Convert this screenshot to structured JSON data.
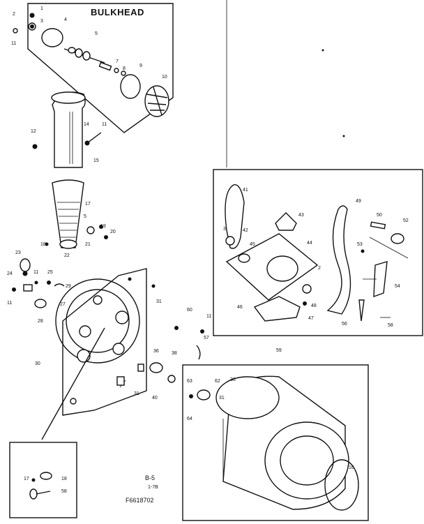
{
  "diagram": {
    "title": "BULKHEAD",
    "page_number": "B-5",
    "small_code": "1-7B",
    "drawing_number": "F6618702",
    "labels": [
      {
        "id": "l1",
        "text": "1"
      },
      {
        "id": "l2",
        "text": "2"
      },
      {
        "id": "l3",
        "text": "3"
      },
      {
        "id": "l4",
        "text": "4"
      },
      {
        "id": "l5",
        "text": "5"
      },
      {
        "id": "l7",
        "text": "7"
      },
      {
        "id": "l8",
        "text": "8"
      },
      {
        "id": "l9",
        "text": "9"
      },
      {
        "id": "l10",
        "text": "10"
      },
      {
        "id": "l11a",
        "text": "11"
      },
      {
        "id": "l12",
        "text": "12"
      },
      {
        "id": "l14",
        "text": "14"
      },
      {
        "id": "l11b",
        "text": "11"
      },
      {
        "id": "l15",
        "text": "15"
      },
      {
        "id": "l17",
        "text": "17"
      },
      {
        "id": "l5b",
        "text": "5"
      },
      {
        "id": "l19",
        "text": "19"
      },
      {
        "id": "l20",
        "text": "20"
      },
      {
        "id": "l21",
        "text": "21"
      },
      {
        "id": "l18",
        "text": "18"
      },
      {
        "id": "l22",
        "text": "22"
      },
      {
        "id": "l23",
        "text": "23"
      },
      {
        "id": "l24",
        "text": "24"
      },
      {
        "id": "l11c",
        "text": "11"
      },
      {
        "id": "l25",
        "text": "25"
      },
      {
        "id": "l29",
        "text": "29"
      },
      {
        "id": "l11d",
        "text": "11"
      },
      {
        "id": "l27",
        "text": "27"
      },
      {
        "id": "l28",
        "text": "28"
      },
      {
        "id": "l31a",
        "text": "31"
      },
      {
        "id": "l30",
        "text": "30"
      },
      {
        "id": "l31b",
        "text": "31"
      },
      {
        "id": "l40",
        "text": "40"
      },
      {
        "id": "l36",
        "text": "36"
      },
      {
        "id": "l38",
        "text": "38"
      },
      {
        "id": "l60",
        "text": "60"
      },
      {
        "id": "l11e",
        "text": "11"
      },
      {
        "id": "l57",
        "text": "57"
      },
      {
        "id": "l41",
        "text": "41"
      },
      {
        "id": "l43",
        "text": "43"
      },
      {
        "id": "l49",
        "text": "49"
      },
      {
        "id": "l50",
        "text": "50"
      },
      {
        "id": "l52",
        "text": "52"
      },
      {
        "id": "l3b",
        "text": "3"
      },
      {
        "id": "l42",
        "text": "42"
      },
      {
        "id": "l45",
        "text": "45"
      },
      {
        "id": "l44",
        "text": "44"
      },
      {
        "id": "l53",
        "text": "53"
      },
      {
        "id": "l2b",
        "text": "2"
      },
      {
        "id": "l54",
        "text": "54"
      },
      {
        "id": "l46",
        "text": "46"
      },
      {
        "id": "l48",
        "text": "48"
      },
      {
        "id": "l47",
        "text": "47"
      },
      {
        "id": "l56",
        "text": "56"
      },
      {
        "id": "l58",
        "text": "58"
      },
      {
        "id": "l59",
        "text": "59"
      },
      {
        "id": "l62",
        "text": "62"
      },
      {
        "id": "l36b",
        "text": "36"
      },
      {
        "id": "l63",
        "text": "63"
      },
      {
        "id": "l31c",
        "text": "31"
      },
      {
        "id": "l64",
        "text": "64"
      },
      {
        "id": "l16",
        "text": "16"
      },
      {
        "id": "l17b",
        "text": "17"
      },
      {
        "id": "l18b",
        "text": "18"
      },
      {
        "id": "l58b",
        "text": "58"
      }
    ]
  }
}
